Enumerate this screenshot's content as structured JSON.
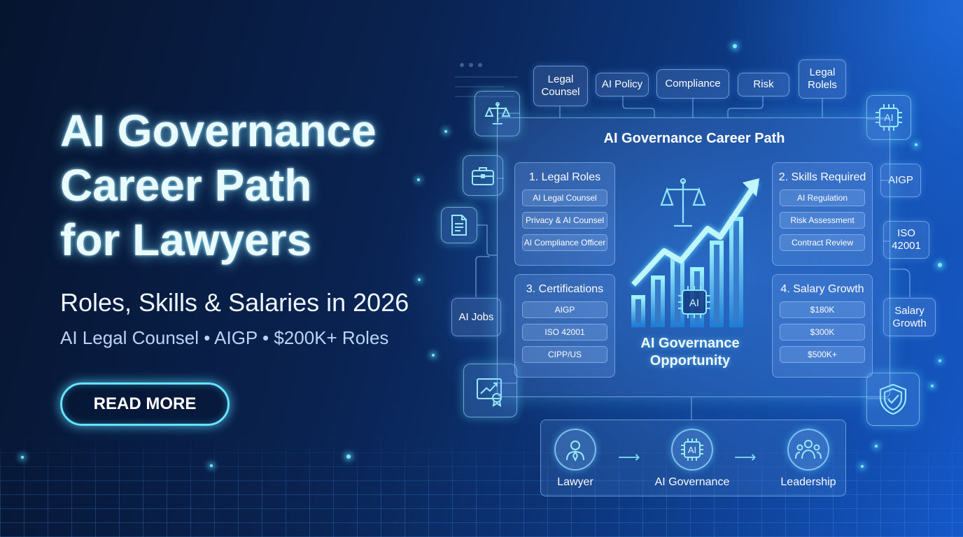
{
  "hero": {
    "title": "AI Governance\nCareer Path\nfor Lawyers",
    "subtitle": "Roles, Skills & Salaries in 2026",
    "tagline": "AI Legal Counsel • AIGP • $200K+ Roles",
    "cta": "READ MORE"
  },
  "top_tags": [
    "Legal Counsel",
    "AI Policy",
    "Compliance",
    "Risk",
    "Legal Rolels"
  ],
  "side_tags": {
    "ai_jobs": "AI Jobs",
    "aigp": "AIGP",
    "iso": "ISO 42001",
    "salary_growth": "Salary Growth"
  },
  "board": {
    "title": "AI Governance Career Path",
    "center_caption": "AI Governance Opportunity",
    "chip_badge": "AI",
    "panels": [
      {
        "title": "1. Legal Roles",
        "items": [
          "AI Legal Counsel",
          "Privacy & AI Counsel",
          "AI Compliance Officer"
        ]
      },
      {
        "title": "2. Skills Required",
        "items": [
          "AI Regulation",
          "Risk Assessment",
          "Contract Review"
        ]
      },
      {
        "title": "3. Certifications",
        "items": [
          "AIGP",
          "ISO 42001",
          "CIPP/US"
        ]
      },
      {
        "title": "4. Salary Growth",
        "items": [
          "$180K",
          "$300K",
          "$500K+"
        ]
      }
    ]
  },
  "ai_chip_icon_label": "AI",
  "path": {
    "steps": [
      {
        "label": "Lawyer"
      },
      {
        "label": "AI Governance",
        "badge": "AI"
      },
      {
        "label": "Leadership"
      }
    ]
  },
  "colors": {
    "accent": "#66e3ff",
    "bg_dark": "#06142e",
    "bg_bright": "#1458c8"
  }
}
